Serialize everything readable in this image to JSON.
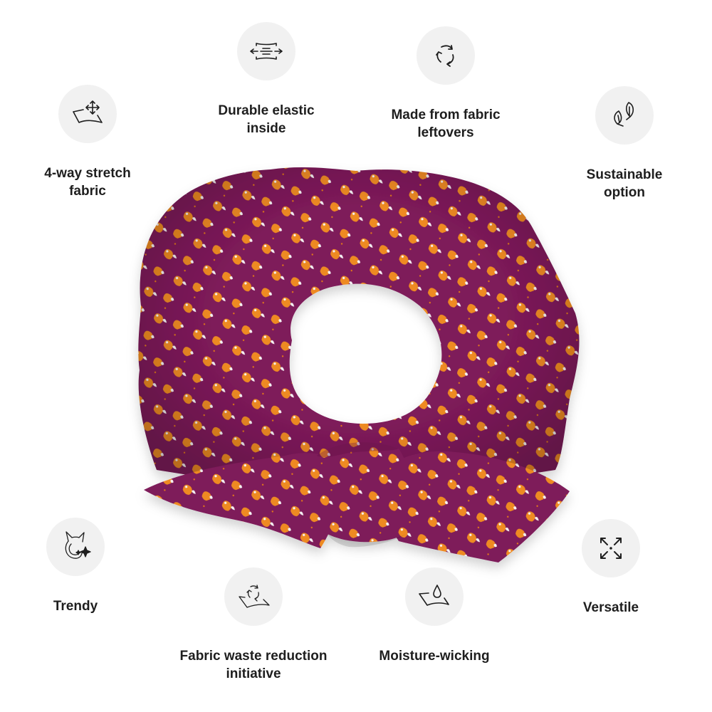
{
  "colors": {
    "background": "#ffffff",
    "icon_circle": "#f1f1f1",
    "text": "#1e1e1e",
    "fabric_base": "#7e1a5a",
    "fabric_shadow": "#5e0f42",
    "pattern_orange": "#ee8a23",
    "pattern_white": "#f4f0f2"
  },
  "product": {
    "name": "scrunchie",
    "pattern": "orange-foxes-on-purple"
  },
  "features": [
    {
      "id": "stretch",
      "icon": "four-way-stretch-icon",
      "line1": "4-way stretch",
      "line2": "fabric"
    },
    {
      "id": "elastic",
      "icon": "elastic-icon",
      "line1": "Durable elastic",
      "line2": "inside"
    },
    {
      "id": "leftovers",
      "icon": "recycle-icon",
      "line1": "Made from fabric",
      "line2": "leftovers"
    },
    {
      "id": "sustainable",
      "icon": "leaves-icon",
      "line1": "Sustainable",
      "line2": "option"
    },
    {
      "id": "trendy",
      "icon": "cat-sparkle-icon",
      "line1": "Trendy",
      "line2": ""
    },
    {
      "id": "waste",
      "icon": "fabric-recycle-icon",
      "line1": "Fabric waste reduction",
      "line2": "initiative"
    },
    {
      "id": "moisture",
      "icon": "water-drop-fabric-icon",
      "line1": "Moisture-wicking",
      "line2": ""
    },
    {
      "id": "versatile",
      "icon": "expand-arrows-icon",
      "line1": "Versatile",
      "line2": ""
    }
  ]
}
